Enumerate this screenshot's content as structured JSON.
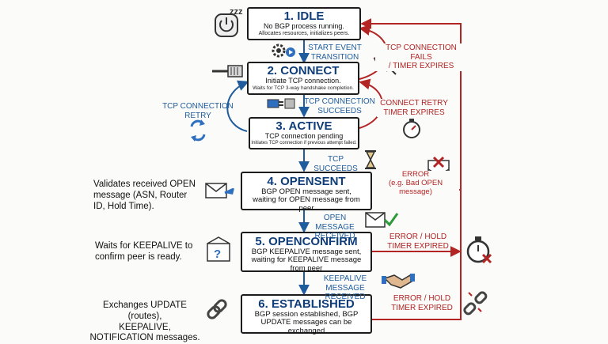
{
  "colors": {
    "blue": "#1f5c9e",
    "red": "#b32424",
    "title": "#0f3d7a",
    "ink": "#1c1c1c"
  },
  "states": [
    {
      "id": "idle",
      "title": "1. IDLE",
      "desc": "No BGP process running.",
      "sub": "Allocates resources, initializes peers."
    },
    {
      "id": "connect",
      "title": "2. CONNECT",
      "desc": "Initiate TCP connection.",
      "sub": "Waits for TCP 3-way handshake completion."
    },
    {
      "id": "active",
      "title": "3. ACTIVE",
      "desc": "TCP connection pending",
      "sub": "Initiates TCP connection if previous attempt failed."
    },
    {
      "id": "opensent",
      "title": "4. OPENSENT",
      "desc": "BGP OPEN message sent, waiting for OPEN message from peer",
      "sub": ""
    },
    {
      "id": "openconfirm",
      "title": "5. OPENCONFIRM",
      "desc": "BGP KEEPALIVE message sent, waiting for KEEPALIVE message from peer",
      "sub": ""
    },
    {
      "id": "established",
      "title": "6. ESTABLISHED",
      "desc": "BGP session established, BGP UPDATE messages can be exchanged",
      "sub": ""
    }
  ],
  "transitions": {
    "start_event": "START EVENT\nTRANSITION",
    "tcp_conn_succeeds": "TCP CONNECTION\nSUCCEEDS",
    "tcp_conn_retry": "TCP CONNECTION\nRETRY",
    "tcp_succeeds": "TCP SUCCEEDS",
    "open_received": "OPEN MESSAGE\nRECEIVED",
    "keepalive_received": "KEEPALIVE MESSAGE\nRECEIVED",
    "tcp_fails": "TCP CONNECTION FAILS\n/ TIMER EXPIRES",
    "connect_retry": "CONNECT RETRY\nTIMER EXPIRES",
    "error_open": "ERROR\n(e.g. Bad OPEN message)",
    "error_hold_1": "ERROR / HOLD\nTIMER EXPIRED",
    "error_hold_2": "ERROR / HOLD\nTIMER EXPIRED"
  },
  "notes": {
    "opensent": "Validates received OPEN\nmessage (ASN, Router\nID, Hold Time).",
    "openconfirm": "Waits for KEEPALIVE to\nconfirm peer is ready.",
    "established": "Exchanges UPDATE (routes),\nKEEPALIVE,\nNOTIFICATION messages."
  },
  "icons": {
    "idle": "power-sleep-icon",
    "gear": "gear-play-icon",
    "cable": "ethernet-cable-icon",
    "plug": "plug-icon",
    "refresh": "refresh-icon",
    "hourglass": "hourglass-icon",
    "stopwatch": "stopwatch-icon",
    "envelope_error": "envelope-error-icon",
    "envelope_send": "envelope-send-icon",
    "envelope_check": "envelope-check-icon",
    "envelope_question": "envelope-question-icon",
    "handshake": "handshake-icon",
    "link": "chain-link-icon",
    "broken_link": "broken-link-icon",
    "timer_cross": "timer-cross-icon",
    "plug_red": "unplugged-icon",
    "zzz": "zzz-text"
  }
}
